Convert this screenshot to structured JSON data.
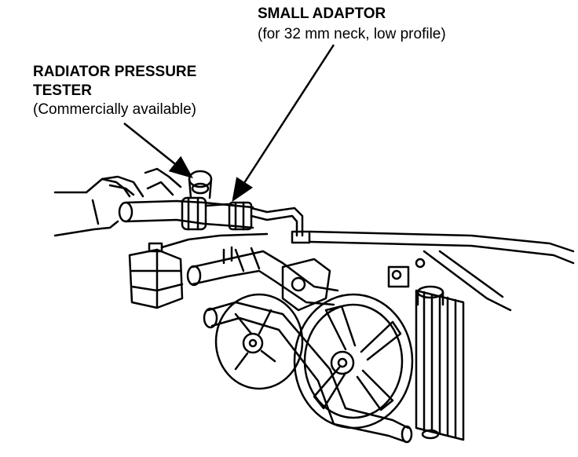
{
  "labels": {
    "small_adaptor": {
      "title": "SMALL ADAPTOR",
      "note": "(for 32 mm neck, low profile)"
    },
    "pressure_tester": {
      "title_line1": "RADIATOR PRESSURE",
      "title_line2": "TESTER",
      "note": "(Commercially available)"
    }
  }
}
